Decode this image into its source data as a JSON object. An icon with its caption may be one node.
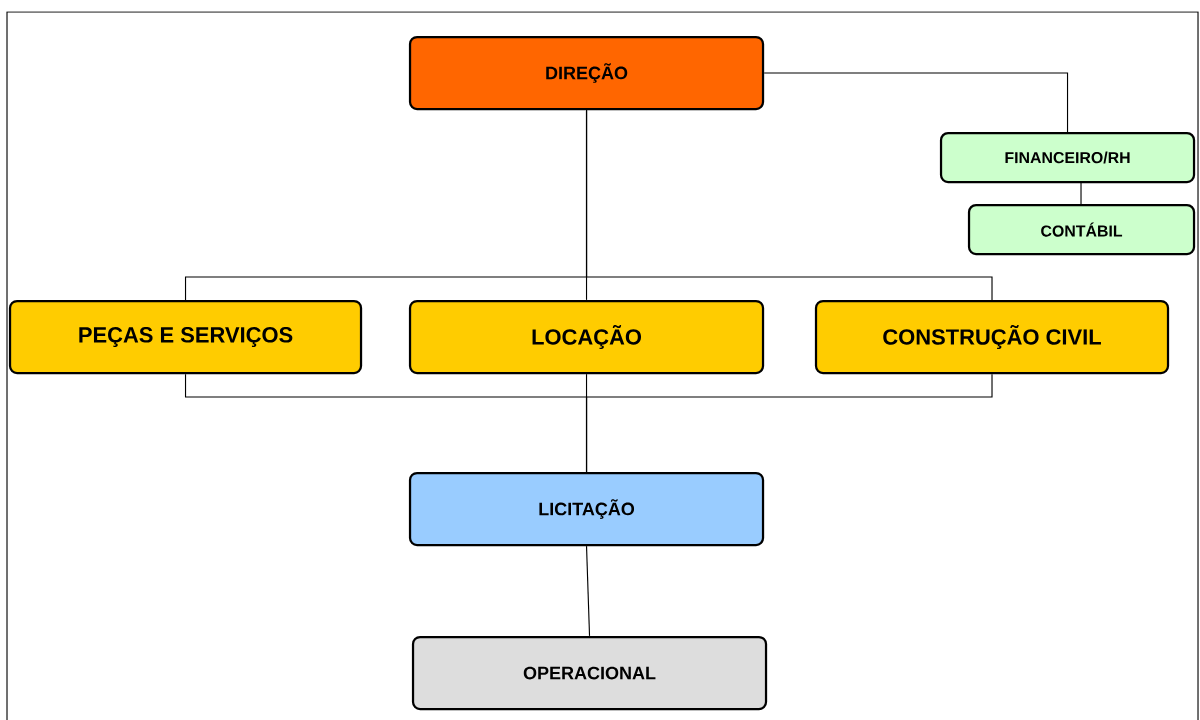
{
  "diagram": {
    "nodes": [
      {
        "text": [
          "DIREÇÃO"
        ]
      },
      {
        "text": [
          "FINANCEIRO/RH"
        ]
      },
      {
        "text": [
          "CONTÁBIL"
        ]
      },
      {
        "text": [
          "PEÇAS E SERVIÇOS"
        ]
      },
      {
        "text": [
          "LOCAÇÃO"
        ]
      },
      {
        "text": [
          "CONSTRUÇÃO CIVIL"
        ]
      },
      {
        "text": [
          "LICITAÇÃO"
        ]
      },
      {
        "text": [
          "OPERACIONAL"
        ]
      }
    ],
    "edges": [
      {
        "from": 0,
        "to": 1,
        "arrow": "none"
      },
      {
        "from": 1,
        "to": 2,
        "arrow": "none"
      },
      {
        "from": 0,
        "to": 3,
        "arrow": "none"
      },
      {
        "from": 0,
        "to": 4,
        "arrow": "none"
      },
      {
        "from": 0,
        "to": 5,
        "arrow": "none"
      },
      {
        "from": 3,
        "to": 6,
        "arrow": "none"
      },
      {
        "from": 4,
        "to": 6,
        "arrow": "none"
      },
      {
        "from": 5,
        "to": 6,
        "arrow": "none"
      },
      {
        "from": 6,
        "to": 7,
        "arrow": "none"
      }
    ]
  }
}
